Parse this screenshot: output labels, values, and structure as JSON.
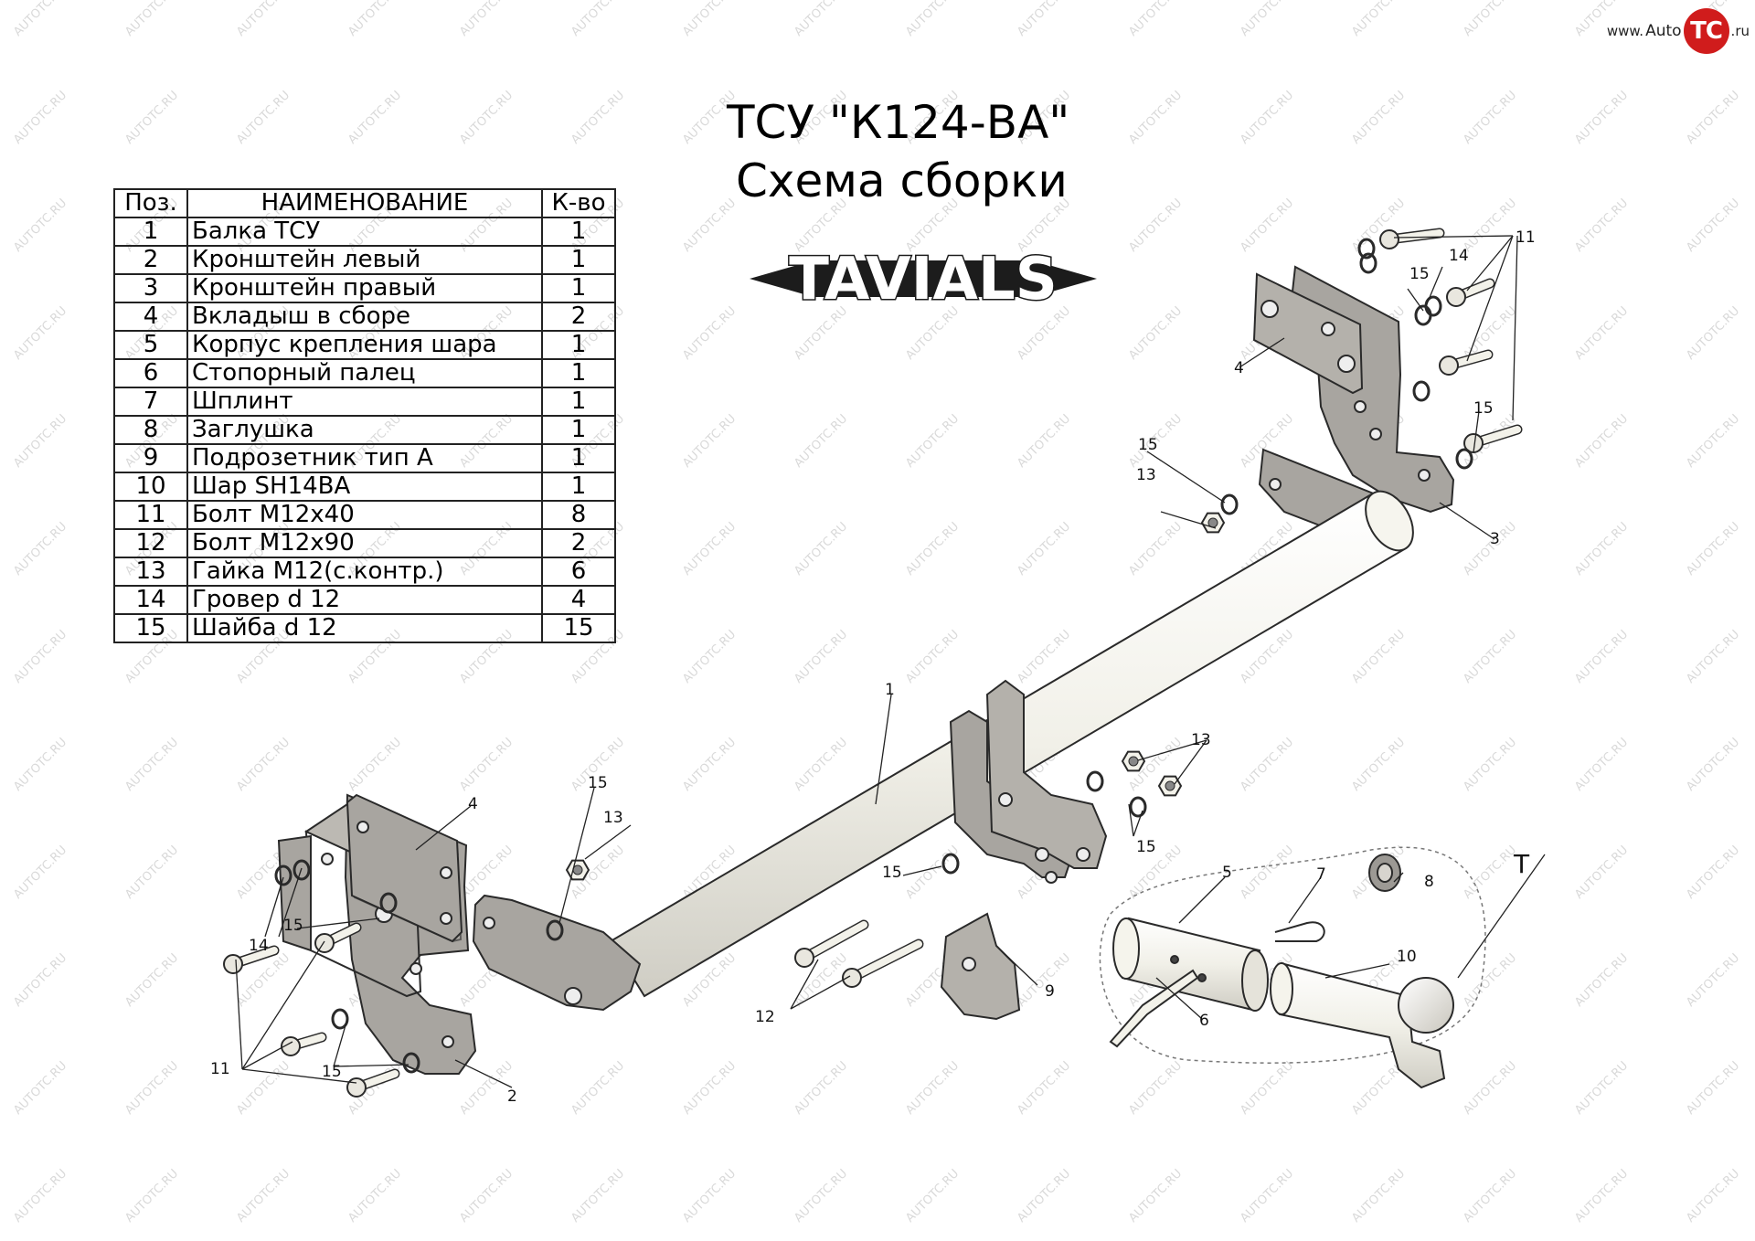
{
  "site": {
    "prefix": "www.",
    "auto": "Auto",
    "tc": "TC",
    "suffix": ".ru"
  },
  "title": {
    "line1": "ТСУ \"К124-ВА\"",
    "line2": "Схема сборки"
  },
  "logo": {
    "text": "TAVIALS"
  },
  "table": {
    "headers": {
      "pos": "Поз.",
      "name": "НАИМЕНОВАНИЕ",
      "qty": "К-во"
    },
    "rows": [
      {
        "pos": "1",
        "name": "Балка ТСУ",
        "qty": "1"
      },
      {
        "pos": "2",
        "name": "Кронштейн левый",
        "qty": "1"
      },
      {
        "pos": "3",
        "name": "Кронштейн правый",
        "qty": "1"
      },
      {
        "pos": "4",
        "name": "Вкладыш в сборе",
        "qty": "2"
      },
      {
        "pos": "5",
        "name": "Корпус крепления шара",
        "qty": "1"
      },
      {
        "pos": "6",
        "name": "Стопорный палец",
        "qty": "1"
      },
      {
        "pos": "7",
        "name": "Шплинт",
        "qty": "1"
      },
      {
        "pos": "8",
        "name": "Заглушка",
        "qty": "1"
      },
      {
        "pos": "9",
        "name": "Подрозетник тип А",
        "qty": "1"
      },
      {
        "pos": "10",
        "name": "Шар SH14ВА",
        "qty": "1"
      },
      {
        "pos": "11",
        "name": "Болт М12х40",
        "qty": "8"
      },
      {
        "pos": "12",
        "name": "Болт М12х90",
        "qty": "2"
      },
      {
        "pos": "13",
        "name": "Гайка М12(с.контр.)",
        "qty": "6"
      },
      {
        "pos": "14",
        "name": "Гровер d 12",
        "qty": "4"
      },
      {
        "pos": "15",
        "name": "Шайба d 12",
        "qty": "15"
      }
    ]
  },
  "callouts": {
    "c1": "1",
    "c2": "2",
    "c3": "3",
    "c4_left": "4",
    "c4_right": "4",
    "c5": "5",
    "c6": "6",
    "c7": "7",
    "c8": "8",
    "c9": "9",
    "c10": "10",
    "c11_left": "11",
    "c11_right": "11",
    "c12": "12",
    "c13_mid": "13",
    "c13_right": "13",
    "c13_left": "13",
    "c14_left": "14",
    "c14_right": "14",
    "c15_a": "15",
    "c15_b": "15",
    "c15_c": "15",
    "c15_d": "15",
    "c15_e": "15",
    "c15_f": "15",
    "c15_g": "15",
    "c15_h": "15",
    "cT": "T"
  },
  "watermark": {
    "text": "AUTOTC.RU"
  },
  "colors": {
    "part_fill": "#a8a5a0",
    "part_stroke": "#2a2a2a",
    "beam_fill": "#f3f2ea",
    "tc_red": "#d01c1c"
  }
}
